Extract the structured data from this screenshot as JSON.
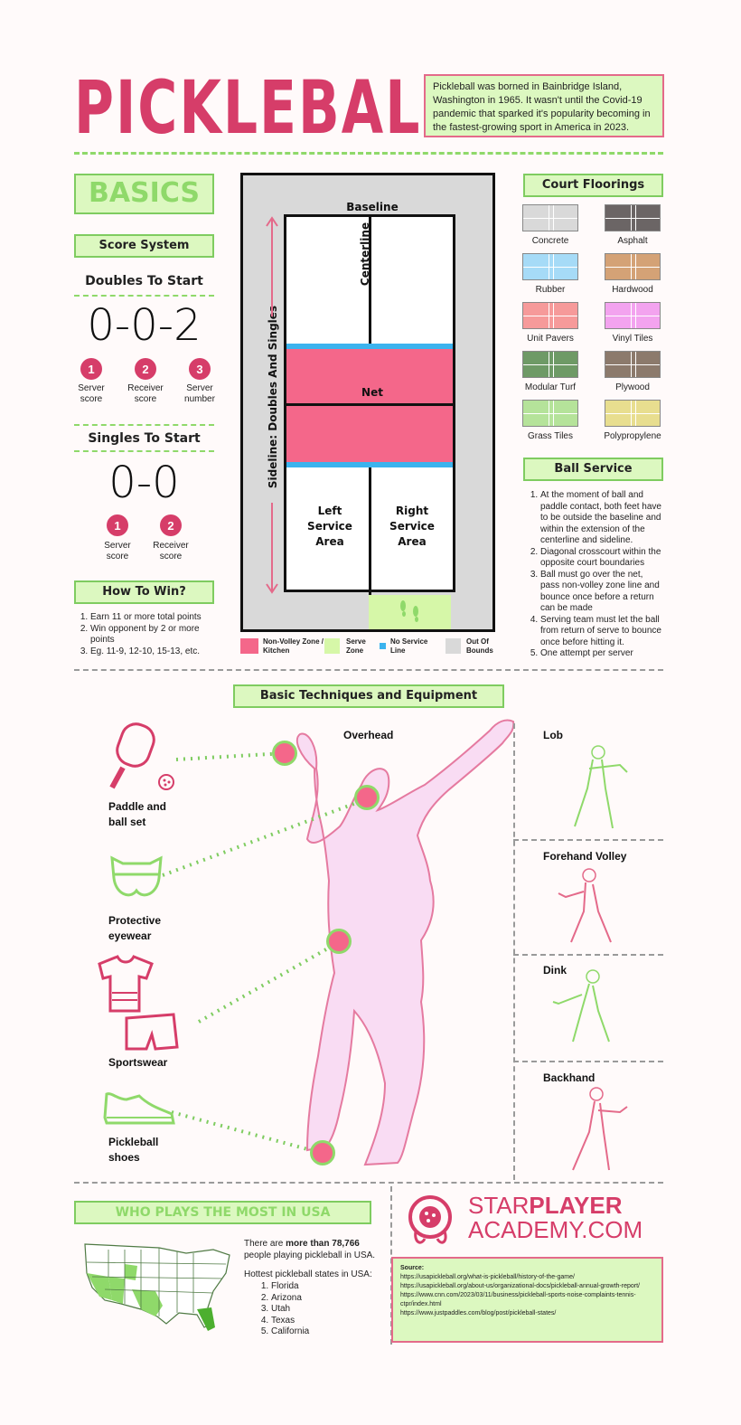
{
  "header": {
    "title": "PICKLEBALL",
    "intro": "Pickleball was borned in Bainbridge Island, Washington in 1965. It wasn't until the Covid-19 pandemic that sparked it's popularity becoming in the fastest-growing sport in America in 2023."
  },
  "basics": {
    "heading": "BASICS",
    "score_system": "Score System",
    "doubles": {
      "heading": "Doubles To Start",
      "score": "0-0-2",
      "items": [
        {
          "num": "1",
          "label": "Server score"
        },
        {
          "num": "2",
          "label": "Receiver score"
        },
        {
          "num": "3",
          "label": "Server number"
        }
      ]
    },
    "singles": {
      "heading": "Singles To Start",
      "score": "0-0",
      "items": [
        {
          "num": "1",
          "label": "Server score"
        },
        {
          "num": "2",
          "label": "Receiver score"
        }
      ]
    },
    "how_to_win": {
      "heading": "How To Win?",
      "items": [
        "Earn 11 or more total points",
        "Win opponent by 2 or more points",
        "Eg. 11-9, 12-10, 15-13, etc."
      ]
    }
  },
  "court": {
    "baseline": "Baseline",
    "centerline": "Centerline",
    "sideline": "Sideline: Doubles And Singles",
    "net": "Net",
    "left_area": "Left Service Area",
    "right_area": "Right Service Area",
    "legend": [
      {
        "label": "Non-Volley Zone / Kitchen",
        "color": "#f4678a"
      },
      {
        "label": "Serve Zone",
        "color": "#d6f7a8"
      },
      {
        "label": "No Service Line",
        "color": "#3bb3ee"
      },
      {
        "label": "Out Of Bounds",
        "color": "#d9d9d9"
      }
    ]
  },
  "floorings": {
    "heading": "Court Floorings",
    "items": [
      {
        "label": "Concrete",
        "color": "#d9d9d9"
      },
      {
        "label": "Asphalt",
        "color": "#6b6565"
      },
      {
        "label": "Rubber",
        "color": "#a6dbf7"
      },
      {
        "label": "Hardwood",
        "color": "#d4a276"
      },
      {
        "label": "Unit Pavers",
        "color": "#f69a9a"
      },
      {
        "label": "Vinyl Tiles",
        "color": "#f3a3ef"
      },
      {
        "label": "Modular Turf",
        "color": "#6e9a66"
      },
      {
        "label": "Plywood",
        "color": "#8c7a6c"
      },
      {
        "label": "Grass Tiles",
        "color": "#b5e39a"
      },
      {
        "label": "Polypropylene",
        "color": "#e8de8f"
      }
    ]
  },
  "ball_service": {
    "heading": "Ball Service",
    "items": [
      "At the moment of ball and paddle contact, both feet have to be outside the baseline and within the extension of the centerline and sideline.",
      "Diagonal crosscourt within the opposite court boundaries",
      "Ball must go over the net, pass non-volley zone line and bounce once before a return can be made",
      "Serving team must let the ball from return of serve to bounce once before hitting it.",
      "One attempt per server"
    ]
  },
  "techniques": {
    "heading": "Basic Techniques and Equipment",
    "overhead": "Overhead",
    "equipment": [
      "Paddle and ball set",
      "Protective eyewear",
      "Sportswear",
      "Pickleball shoes"
    ],
    "moves": [
      "Lob",
      "Forehand Volley",
      "Dink",
      "Backhand"
    ]
  },
  "usa": {
    "heading": "WHO PLAYS THE MOST IN USA",
    "stat_pre": "There are ",
    "stat_bold": "more than 78,766",
    "stat_post": " people playing pickleball in USA.",
    "states_heading": "Hottest pickleball states in USA:",
    "states": [
      "Florida",
      "Arizona",
      "Utah",
      "Texas",
      "California"
    ]
  },
  "brand": {
    "star": "STAR",
    "player": "PLAYER",
    "academy": "ACADEMY.COM"
  },
  "source": {
    "heading": "Source:",
    "links": [
      "https://usapickleball.org/what-is-pickleball/history-of-the-game/",
      "https://usapickleball.org/about-us/organizational-docs/pickleball-annual-growth-report/",
      "https://www.cnn.com/2023/03/11/business/pickleball-sports-noise-complaints-tennis-ctpr/index.html",
      "https://www.justpaddles.com/blog/post/pickleball-states/"
    ]
  }
}
